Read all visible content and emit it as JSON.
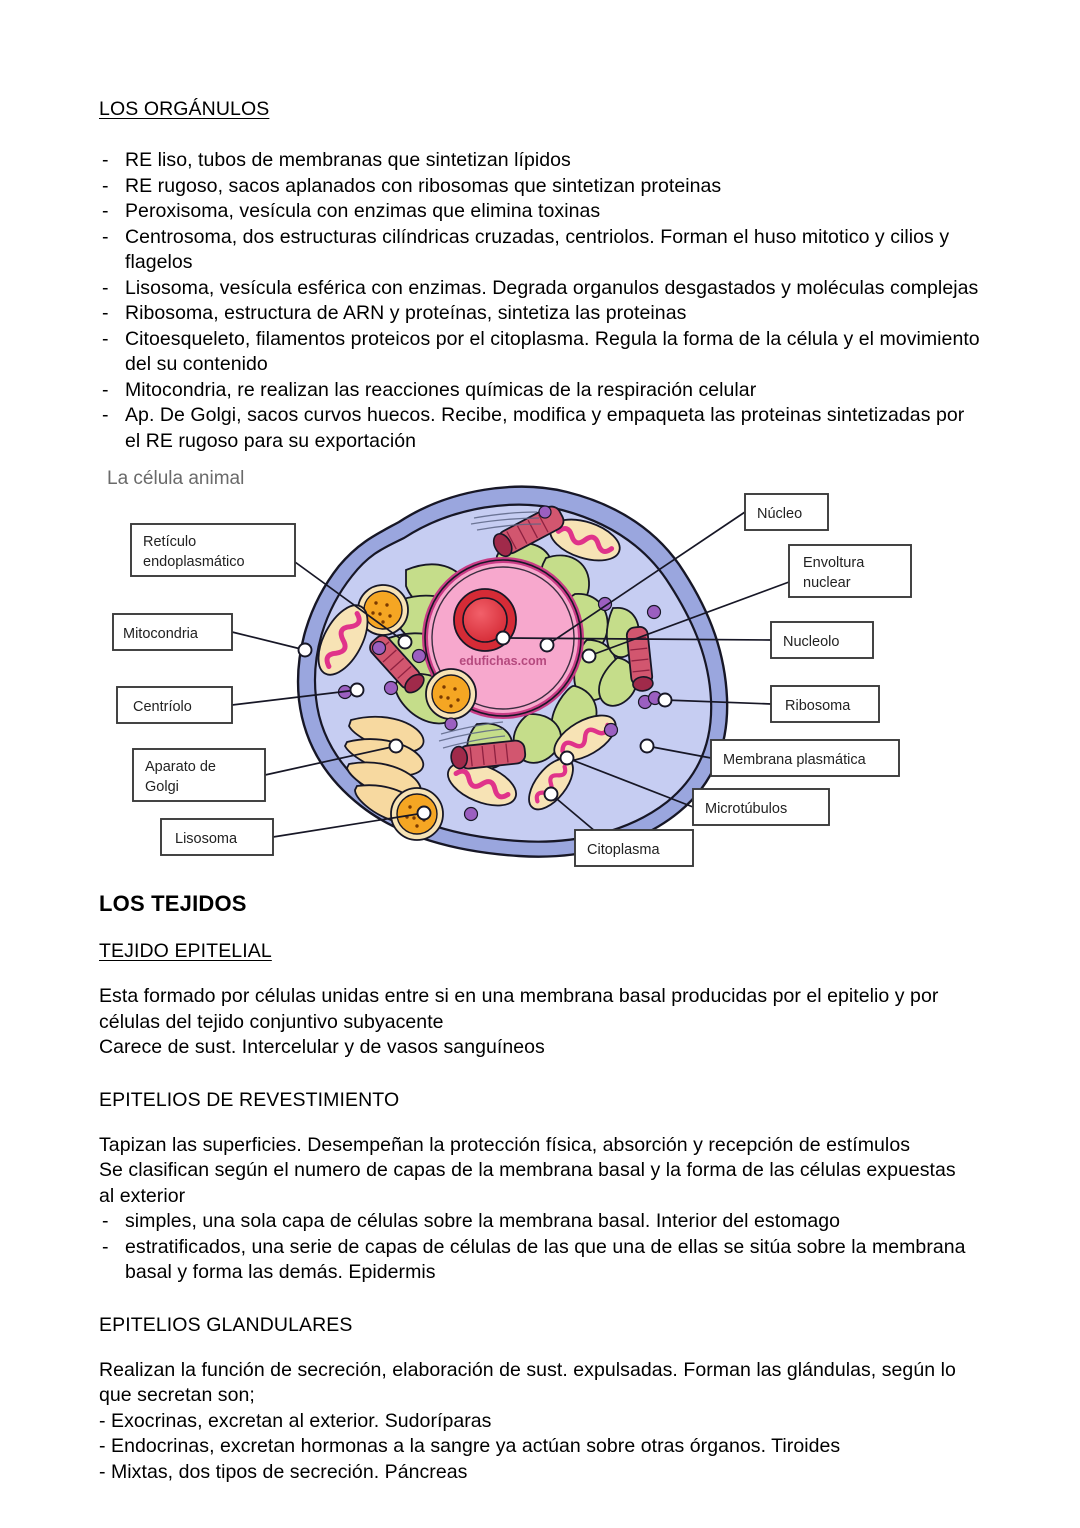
{
  "document": {
    "section_organulos": {
      "heading": "LOS ORGÁNULOS",
      "items": [
        "RE liso, tubos de membranas que sintetizan lípidos",
        "RE rugoso, sacos aplanados con ribosomas que sintetizan proteinas",
        "Peroxisoma, vesícula con enzimas que elimina toxinas",
        "Centrosoma, dos estructuras cilíndricas cruzadas, centriolos. Forman el huso mitotico y cilios y flagelos",
        "Lisosoma, vesícula esférica con enzimas. Degrada organulos desgastados y moléculas complejas",
        "Ribosoma, estructura de ARN y proteínas, sintetiza las proteinas",
        "Citoesqueleto, filamentos proteicos por el citoplasma. Regula la forma de la célula y el movimiento del su contenido",
        "Mitocondria, re realizan las reacciones químicas de la respiración celular",
        "Ap. De Golgi, sacos curvos huecos. Recibe, modifica y empaqueta las proteinas sintetizadas por el RE rugoso para su exportación"
      ]
    },
    "figure": {
      "title": "La célula animal",
      "watermark": "edufichas.com",
      "labels": {
        "reticulo_endoplasmatico_line1": "Retículo",
        "reticulo_endoplasmatico_line2": "endoplasmático",
        "mitocondria": "Mitocondria",
        "centriolo": "Centríolo",
        "aparato_de_golgi_line1": "Aparato de",
        "aparato_de_golgi_line2": "Golgi",
        "lisosoma": "Lisosoma",
        "nucleo": "Núcleo",
        "envoltura_nuclear_line1": "Envoltura",
        "envoltura_nuclear_line2": "nuclear",
        "nucleolo": "Nucleolo",
        "ribosoma": "Ribosoma",
        "membrana_plasmatica": "Membrana plasmática",
        "microtubulos": "Microtúbulos",
        "citoplasma": "Citoplasma"
      },
      "colors": {
        "membrane_outer": "#9aa6de",
        "cytoplasm": "#c6cdf2",
        "nucleus": "#f7a8cd",
        "nucleus_border": "#c83b85",
        "nucleolus": "#e8404a",
        "nucleolus_ring": "#c62b33",
        "er_green": "#c5dd8a",
        "golgi_yellow": "#f7d9a0",
        "lysosome_orange": "#f5a623",
        "mito_pink": "#e0338a",
        "mito_body": "#f7e3b5",
        "centriole_red": "#cf3a5e",
        "ribosome_purple": "#9b5fc0",
        "label_border": "#3a3a3a",
        "title_color": "#6a6a6a"
      }
    },
    "section_tejidos": {
      "heading": "LOS TEJIDOS",
      "subsection_epitelial": {
        "heading": "TEJIDO EPITELIAL",
        "paragraph_lines": [
          "Esta formado por células unidas entre si en una membrana basal producidas por el epitelio y por",
          "células del tejido conjuntivo subyacente",
          "Carece de sust. Intercelular y de vasos sanguíneos"
        ]
      },
      "subsection_revestimiento": {
        "heading": "EPITELIOS DE REVESTIMIENTO",
        "paragraph_lines": [
          "Tapizan las superficies. Desempeñan la protección física, absorción y recepción de estímulos",
          "Se clasifican según el numero de capas de la membrana basal y la forma de las células expuestas",
          "al exterior"
        ],
        "items": [
          " simples, una sola capa de células sobre la membrana basal. Interior del estomago",
          "estratificados, una serie de capas de células de las que una de ellas se sitúa sobre la membrana basal y forma las demás. Epidermis"
        ]
      },
      "subsection_glandulares": {
        "heading": "EPITELIOS GLANDULARES",
        "paragraph_lines": [
          "Realizan la función de secreción, elaboración de sust. expulsadas. Forman las glándulas, según lo",
          "que secretan son;",
          "- Exocrinas, excretan al exterior. Sudoríparas",
          "- Endocrinas, excretan hormonas a la sangre ya actúan sobre otras órganos. Tiroides",
          "- Mixtas, dos tipos de secreción. Páncreas"
        ]
      }
    }
  }
}
